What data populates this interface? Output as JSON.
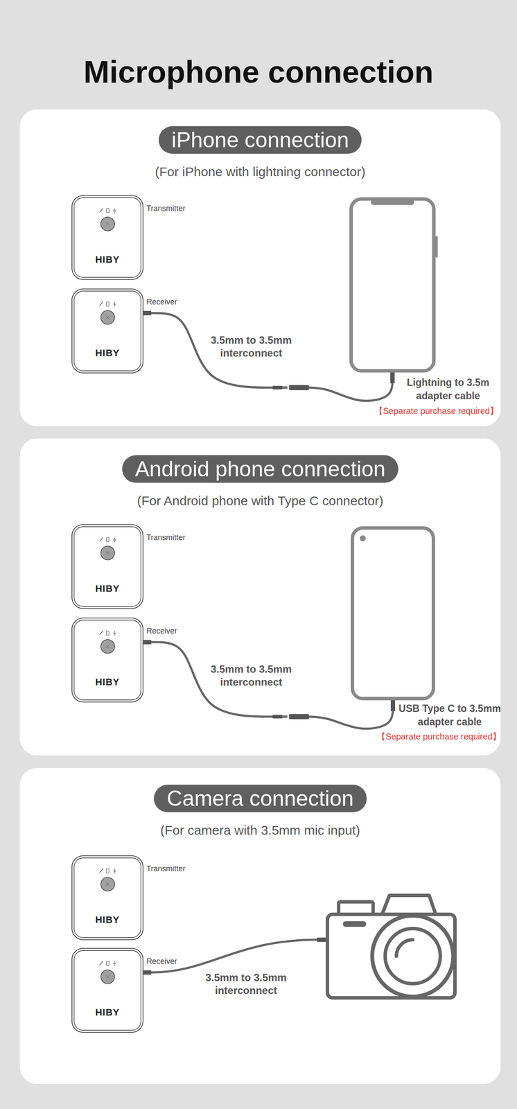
{
  "diagram": {
    "title": "Microphone connection",
    "nodes": [
      {
        "text": [
          "(For iPhone with lightning connector)"
        ]
      },
      {
        "text": [
          "iPhone connection"
        ],
        "in": 0
      },
      {
        "text": [
          "Transmitter",
          "HIBY"
        ],
        "in": 0
      },
      {
        "text": [
          "Receiver",
          "HIBY"
        ],
        "in": 0
      },
      {
        "text": [
          "Lightning to 3.5m adapter cable",
          "【Separate purchase required】"
        ],
        "in": 0
      },
      {
        "text": [
          "(For Android phone with Type C connector)"
        ]
      },
      {
        "text": [
          "Android phone connection"
        ],
        "in": 5
      },
      {
        "text": [
          "Transmitter",
          "HIBY"
        ],
        "in": 5
      },
      {
        "text": [
          "Receiver",
          "HIBY"
        ],
        "in": 5
      },
      {
        "text": [
          "USB Type C to 3.5mm adapter cable",
          "【Separate purchase required】"
        ],
        "in": 5
      },
      {
        "text": [
          "(For camera with 3.5mm mic input)"
        ]
      },
      {
        "text": [
          "Camera connection"
        ],
        "in": 10
      },
      {
        "text": [
          "Transmitter",
          "HIBY"
        ],
        "in": 10
      },
      {
        "text": [
          "Receiver",
          "HIBY"
        ],
        "in": 10
      }
    ],
    "edges": [
      {
        "from": 3,
        "to": 4,
        "arrow": "none",
        "label": "3.5mm to 3.5mm interconnect"
      },
      {
        "from": 8,
        "to": 9,
        "arrow": "none",
        "label": "3.5mm to 3.5mm interconnect"
      }
    ],
    "labels": [
      "3.5mm to 3.5mm interconnect"
    ]
  }
}
